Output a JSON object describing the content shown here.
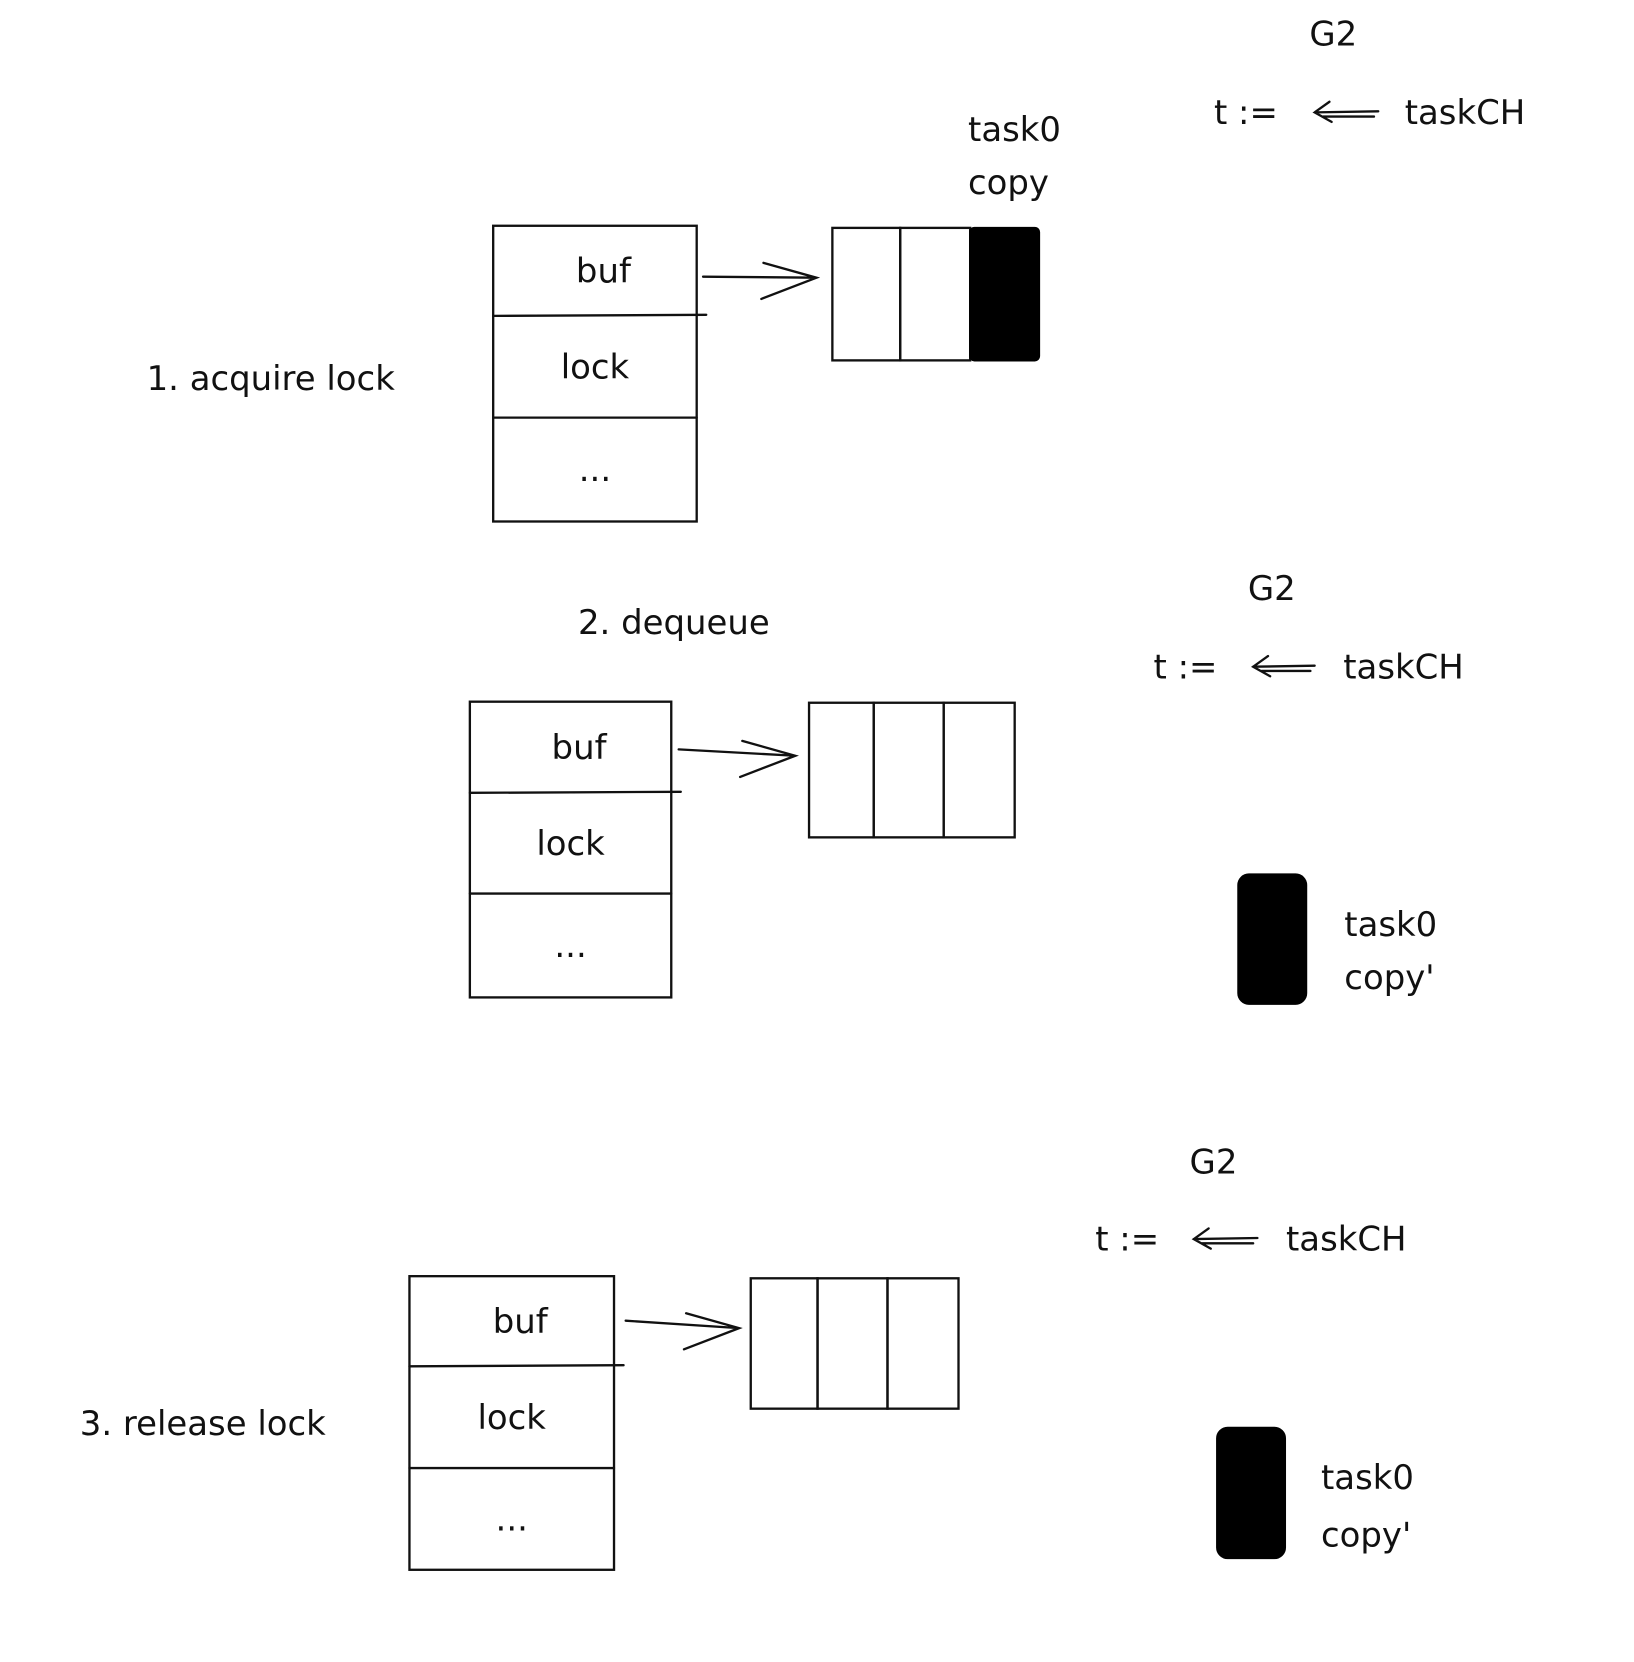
{
  "colors": {
    "ink": "#111111",
    "filled_slot": "#000000",
    "background": "#ffffff"
  },
  "panels": [
    {
      "step_label": "1. acquire lock",
      "goroutine": "G2",
      "assign": "t :=",
      "channel": "taskCH",
      "fields": [
        "buf",
        "lock",
        "..."
      ],
      "task_label": "task0",
      "task_sublabel": "copy",
      "buffer_slots": 3,
      "filled_slot": 3,
      "task_in_buffer": true
    },
    {
      "step_label": "2. dequeue",
      "goroutine": "G2",
      "assign": "t :=",
      "channel": "taskCH",
      "fields": [
        "buf",
        "lock",
        "..."
      ],
      "task_label": "task0",
      "task_sublabel": "copy'",
      "buffer_slots": 3,
      "filled_slot": 0,
      "task_in_buffer": false
    },
    {
      "step_label": "3. release lock",
      "goroutine": "G2",
      "assign": "t :=",
      "channel": "taskCH",
      "fields": [
        "buf",
        "lock",
        "..."
      ],
      "task_label": "task0",
      "task_sublabel": "copy'",
      "buffer_slots": 3,
      "filled_slot": 0,
      "task_in_buffer": false
    }
  ]
}
